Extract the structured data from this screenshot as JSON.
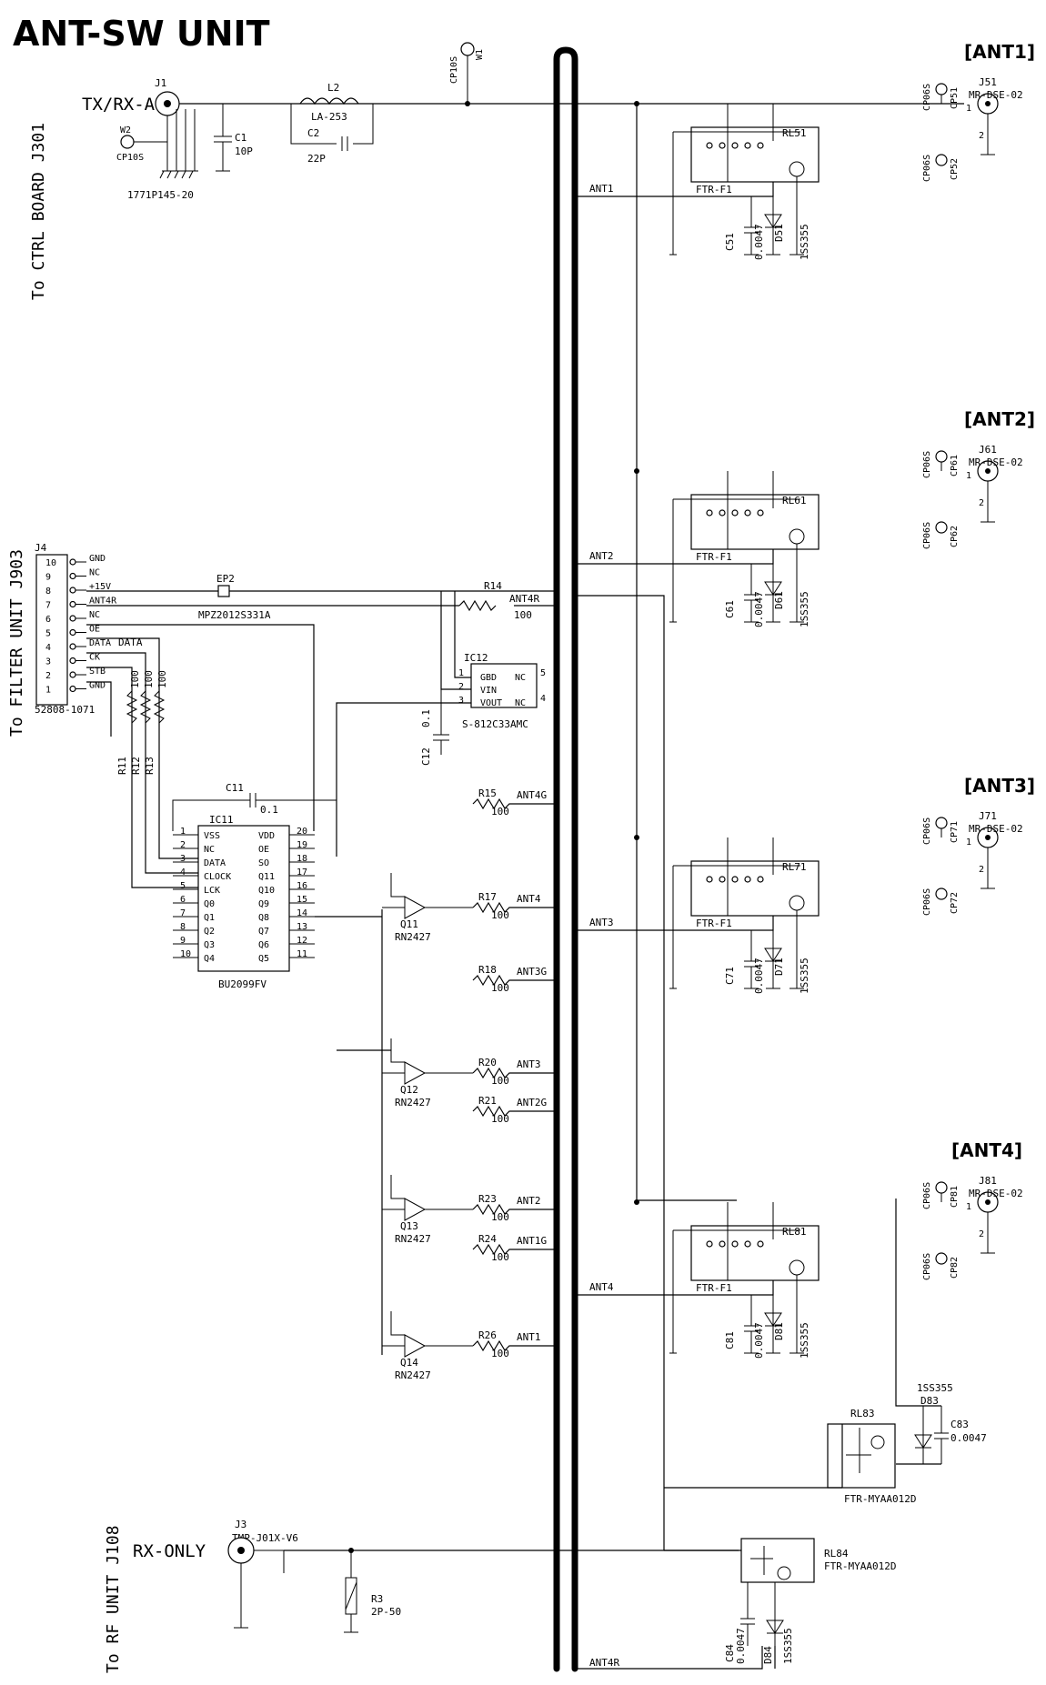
{
  "title": "ANT-SW UNIT",
  "side_labels": {
    "ctrl": "To CTRL BOARD J301",
    "filter": "To FILTER UNIT J903",
    "rf": "To RF UNIT J108"
  },
  "ports": {
    "txrx": "TX/RX-A",
    "rxonly": "RX-ONLY"
  },
  "ant_headers": [
    "[ANT1]",
    "[ANT2]",
    "[ANT3]",
    "[ANT4]"
  ],
  "top": {
    "j1": "J1",
    "j1_part": "1771P145-20",
    "w2": "W2",
    "w2_part": "CP10S",
    "w1": "W1",
    "w1_part": "CP10S",
    "c1": "C1",
    "c1_val": "10P",
    "l2": "L2",
    "l2_val": "LA-253",
    "c2": "C2",
    "c2_val": "22P"
  },
  "ant_blocks": [
    {
      "net": "ANT1",
      "relay": "RL51",
      "relay_type": "FTR-F1",
      "cap": "C51",
      "cap_val": "0.0047",
      "diode": "D51",
      "diode_type": "1SS355",
      "jack": "J51",
      "jack_type": "MR-DSE-02",
      "cp_a": "CP51",
      "cp_b": "CP52",
      "cp_type": "CP06S"
    },
    {
      "net": "ANT2",
      "relay": "RL61",
      "relay_type": "FTR-F1",
      "cap": "C61",
      "cap_val": "0.0047",
      "diode": "D61",
      "diode_type": "1SS355",
      "jack": "J61",
      "jack_type": "MR-DSE-02",
      "cp_a": "CP61",
      "cp_b": "CP62",
      "cp_type": "CP06S"
    },
    {
      "net": "ANT3",
      "relay": "RL71",
      "relay_type": "FTR-F1",
      "cap": "C71",
      "cap_val": "0.0047",
      "diode": "D71",
      "diode_type": "1SS355",
      "jack": "J71",
      "jack_type": "MR-DSE-02",
      "cp_a": "CP71",
      "cp_b": "CP72",
      "cp_type": "CP06S"
    },
    {
      "net": "ANT4",
      "relay": "RL81",
      "relay_type": "FTR-F1",
      "cap": "C81",
      "cap_val": "0.0047",
      "diode": "D81",
      "diode_type": "1SS355",
      "jack": "J81",
      "jack_type": "MR-DSE-02",
      "cp_a": "CP81",
      "cp_b": "CP82",
      "cp_type": "CP06S"
    }
  ],
  "j4": {
    "ref": "J4",
    "part": "52808-1071",
    "pins": [
      {
        "n": "10",
        "name": "GND"
      },
      {
        "n": "9",
        "name": "NC"
      },
      {
        "n": "8",
        "name": "+15V"
      },
      {
        "n": "7",
        "name": "ANT4R"
      },
      {
        "n": "6",
        "name": "NC"
      },
      {
        "n": "5",
        "name": "OE"
      },
      {
        "n": "4",
        "name": "DATA"
      },
      {
        "n": "3",
        "name": "CK"
      },
      {
        "n": "2",
        "name": "STB"
      },
      {
        "n": "1",
        "name": "GND"
      }
    ]
  },
  "ep2": {
    "ref": "EP2",
    "part": "MPZ2012S331A"
  },
  "resistors": {
    "r11": "R11",
    "r12": "R12",
    "r13": "R13",
    "r_pull_val": "100",
    "r14": "R14",
    "r15": "R15",
    "r17": "R17",
    "r18": "R18",
    "r20": "R20",
    "r21": "R21",
    "r23": "R23",
    "r24": "R24",
    "r26": "R26",
    "r_val": "100"
  },
  "ic12": {
    "ref": "IC12",
    "part": "S-812C33AMC",
    "pins": [
      "1",
      "2",
      "3",
      "4",
      "5"
    ],
    "names": [
      "GBD",
      "VIN",
      "VOUT",
      "NC",
      "NC"
    ]
  },
  "c12": {
    "ref": "C12",
    "val": "0.1"
  },
  "c11": {
    "ref": "C11",
    "val": "0.1"
  },
  "ic11": {
    "ref": "IC11",
    "part": "BU2099FV",
    "left": [
      {
        "n": "1",
        "name": "VSS"
      },
      {
        "n": "2",
        "name": "NC"
      },
      {
        "n": "3",
        "name": "DATA"
      },
      {
        "n": "4",
        "name": "CLOCK"
      },
      {
        "n": "5",
        "name": "LCK"
      },
      {
        "n": "6",
        "name": "Q0"
      },
      {
        "n": "7",
        "name": "Q1"
      },
      {
        "n": "8",
        "name": "Q2"
      },
      {
        "n": "9",
        "name": "Q3"
      },
      {
        "n": "10",
        "name": "Q4"
      }
    ],
    "right": [
      {
        "n": "20",
        "name": "VDD"
      },
      {
        "n": "19",
        "name": "OE"
      },
      {
        "n": "18",
        "name": "SO"
      },
      {
        "n": "17",
        "name": "Q11"
      },
      {
        "n": "16",
        "name": "Q10"
      },
      {
        "n": "15",
        "name": "Q9"
      },
      {
        "n": "14",
        "name": "Q8"
      },
      {
        "n": "13",
        "name": "Q7"
      },
      {
        "n": "12",
        "name": "Q6"
      },
      {
        "n": "11",
        "name": "Q5"
      }
    ]
  },
  "transistors": [
    {
      "ref": "Q11",
      "type": "RN2427",
      "net": "ANT4",
      "r": "R17"
    },
    {
      "ref": "Q12",
      "type": "RN2427",
      "net": "ANT3",
      "r": "R20"
    },
    {
      "ref": "Q13",
      "type": "RN2427",
      "net": "ANT2",
      "r": "R23"
    },
    {
      "ref": "Q14",
      "type": "RN2427",
      "net": "ANT1",
      "r": "R26"
    }
  ],
  "nets": {
    "ant4r": "ANT4R",
    "ant4g": "ANT4G",
    "ant3g": "ANT3G",
    "ant2g": "ANT2G",
    "ant1g": "ANT1G",
    "ant4": "ANT4",
    "ant3": "ANT3",
    "ant2": "ANT2",
    "ant1": "ANT1"
  },
  "rx": {
    "rl83": "RL83",
    "rl83_type": "FTR-MYAA012D",
    "d83": "D83",
    "d83_type": "1SS355",
    "c83": "C83",
    "c83_val": "0.0047",
    "rl84": "RL84",
    "rl84_type": "FTR-MYAA012D",
    "c84": "C84",
    "c84_val": "0.0047",
    "d84": "D84",
    "d84_type": "1SS355",
    "j3": "J3",
    "j3_type": "TMP-J01X-V6",
    "r3": "R3",
    "r3_val": "2P-50"
  },
  "pin_labels": {
    "one": "1",
    "two": "2",
    "three": "3",
    "four": "4",
    "five": "5"
  }
}
